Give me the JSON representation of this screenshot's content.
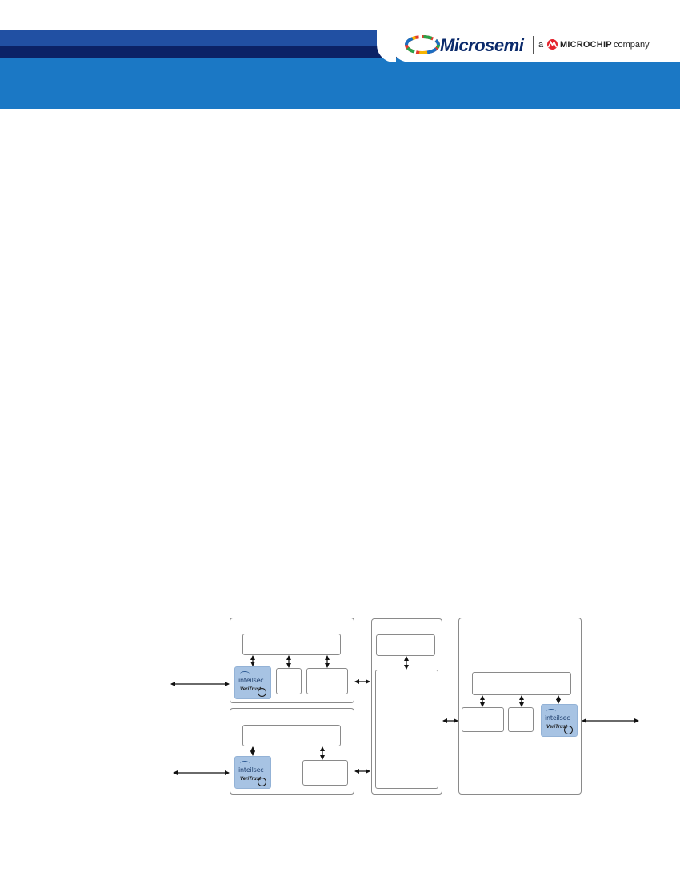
{
  "header": {
    "brand": "Microsemi",
    "tagline_prefix": "a",
    "parent_brand": "MICROCHIP",
    "tagline_suffix": "company",
    "colors": {
      "banner_blue": "#1b78c5",
      "banner_dark": "#2150a3",
      "banner_navy": "#0b2266",
      "brand_text": "#0b2a6b"
    }
  },
  "diagram": {
    "chip_label": "inteilsec",
    "chip_sublabel": "VeriTrust",
    "chip_color": "#a7c3e3",
    "icons": [
      "microsemi-logo-icon",
      "microchip-logo-icon",
      "verified-trust-icon"
    ]
  }
}
